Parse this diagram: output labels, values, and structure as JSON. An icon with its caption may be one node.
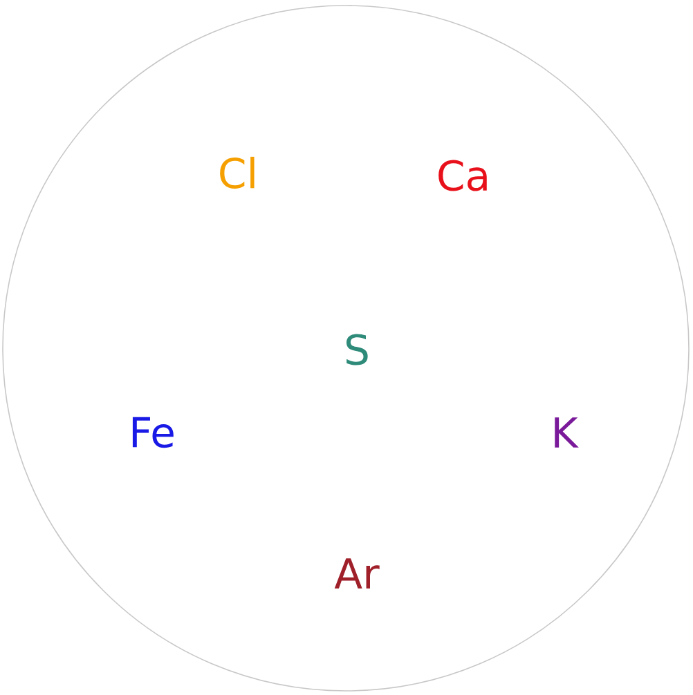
{
  "diagram": {
    "labels": [
      "Cl",
      "Ca",
      "S",
      "Fe",
      "K",
      "Ar"
    ]
  }
}
